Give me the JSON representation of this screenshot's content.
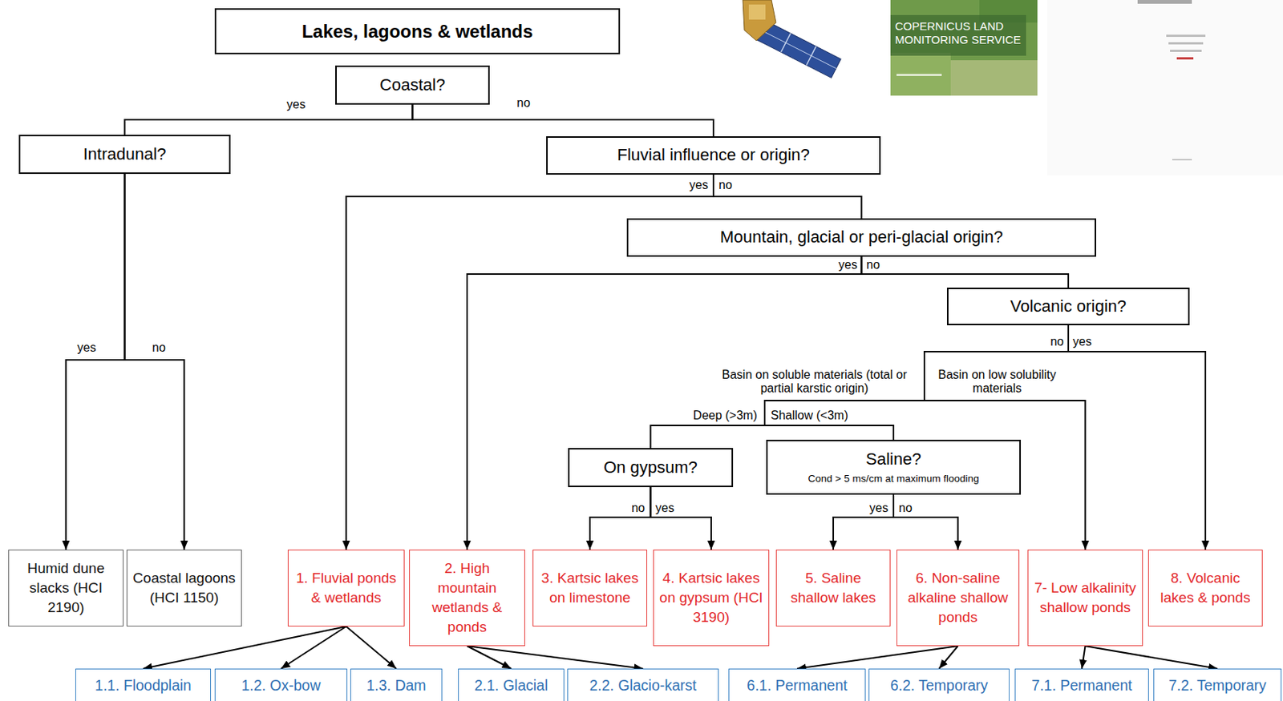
{
  "diagram": {
    "title": "Lakes, lagoons & wetlands",
    "nodes": [
      {
        "text": [
          "Coastal?"
        ]
      },
      {
        "text": [
          "Intradunal?"
        ]
      },
      {
        "text": [
          "Fluvial influence or origin?"
        ]
      },
      {
        "text": [
          "Mountain, glacial or peri-glacial origin?"
        ]
      },
      {
        "text": [
          "Volcanic origin?"
        ]
      },
      {
        "text": [
          "On gypsum?"
        ]
      },
      {
        "text": [
          "Saline?",
          "Cond > 5 ms/cm at maximum flooding"
        ]
      },
      {
        "text": [
          "Humid dune slacks (HCI 2190)"
        ]
      },
      {
        "text": [
          "Coastal lagoons (HCI 1150)"
        ]
      },
      {
        "text": [
          "1. Fluvial ponds & wetlands"
        ]
      },
      {
        "text": [
          "2. High mountain wetlands & ponds"
        ]
      },
      {
        "text": [
          "3. Kartsic lakes on limestone"
        ]
      },
      {
        "text": [
          "4. Kartsic lakes on gypsum (HCI 3190)"
        ]
      },
      {
        "text": [
          "5. Saline shallow lakes"
        ]
      },
      {
        "text": [
          "6. Non-saline alkaline shallow ponds"
        ]
      },
      {
        "text": [
          "7- Low alkalinity shallow ponds"
        ]
      },
      {
        "text": [
          "8. Volcanic lakes & ponds"
        ]
      },
      {
        "text": [
          "1.1. Floodplain"
        ]
      },
      {
        "text": [
          "1.2. Ox-bow"
        ]
      },
      {
        "text": [
          "1.3. Dam"
        ]
      },
      {
        "text": [
          "2.1. Glacial"
        ]
      },
      {
        "text": [
          "2.2. Glacio-karst"
        ]
      },
      {
        "text": [
          "6.1. Permanent"
        ]
      },
      {
        "text": [
          "6.2. Temporary"
        ]
      },
      {
        "text": [
          "7.1. Permanent"
        ]
      },
      {
        "text": [
          "7.2. Temporary"
        ]
      }
    ],
    "edges": [
      {
        "from": 0,
        "to": 1,
        "label": "yes",
        "arrow": "none"
      },
      {
        "from": 0,
        "to": 2,
        "label": "no",
        "arrow": "none"
      },
      {
        "from": 1,
        "to": 7,
        "label": "yes",
        "arrow": "to"
      },
      {
        "from": 1,
        "to": 8,
        "label": "no",
        "arrow": "to"
      },
      {
        "from": 2,
        "to": 9,
        "label": "yes",
        "arrow": "to"
      },
      {
        "from": 2,
        "to": 3,
        "label": "no",
        "arrow": "none"
      },
      {
        "from": 3,
        "to": 10,
        "label": "yes",
        "arrow": "to"
      },
      {
        "from": 3,
        "to": 4,
        "label": "no",
        "arrow": "none"
      },
      {
        "from": 4,
        "to": 16,
        "label": "yes",
        "arrow": "to"
      },
      {
        "from": 4,
        "to": 5,
        "label": "Deep (>3m)",
        "arrow": "none"
      },
      {
        "from": 4,
        "to": 6,
        "label": "Shallow (<3m)",
        "arrow": "none"
      },
      {
        "from": 4,
        "to": 15,
        "label": "Basin on low solubility materials",
        "arrow": "to"
      },
      {
        "from": 5,
        "to": 11,
        "label": "no",
        "arrow": "to"
      },
      {
        "from": 5,
        "to": 12,
        "label": "yes",
        "arrow": "to"
      },
      {
        "from": 6,
        "to": 13,
        "label": "yes",
        "arrow": "to"
      },
      {
        "from": 6,
        "to": 14,
        "label": "no",
        "arrow": "to"
      },
      {
        "from": 9,
        "to": 17,
        "arrow": "to"
      },
      {
        "from": 9,
        "to": 18,
        "arrow": "to"
      },
      {
        "from": 9,
        "to": 19,
        "arrow": "to"
      },
      {
        "from": 10,
        "to": 20,
        "arrow": "to"
      },
      {
        "from": 10,
        "to": 21,
        "arrow": "to"
      },
      {
        "from": 14,
        "to": 22,
        "arrow": "to"
      },
      {
        "from": 14,
        "to": 23,
        "arrow": "to"
      },
      {
        "from": 15,
        "to": 24,
        "arrow": "to"
      },
      {
        "from": 15,
        "to": 25,
        "arrow": "to"
      }
    ],
    "labels": [
      "no",
      "Basin on soluble materials (total or partial karstic origin)",
      "COPERNICUS LAND MONITORING SERVICE"
    ]
  }
}
